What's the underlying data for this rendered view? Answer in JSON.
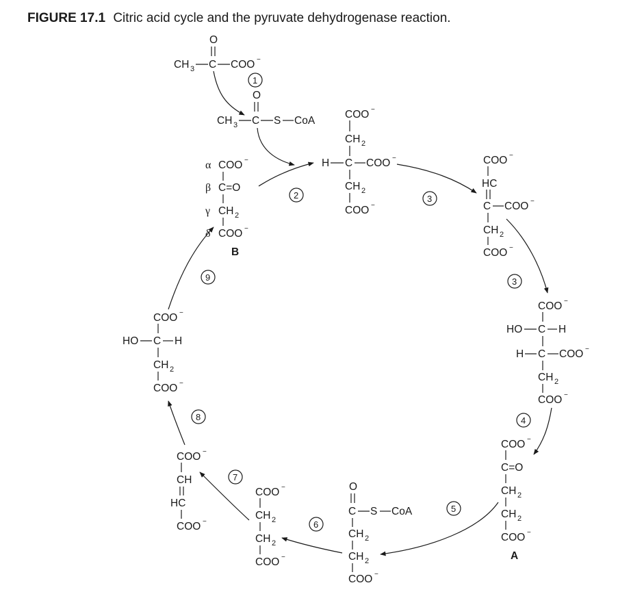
{
  "caption": {
    "figure_label": "FIGURE 17.1",
    "text": "Citric acid cycle and the pyruvate dehydrogenase reaction."
  },
  "chem": {
    "ch": "CH",
    "sub3": "3",
    "sub2": "2",
    "c": "C",
    "o": "O",
    "h": "H",
    "hc": "HC",
    "coo": "COO",
    "minus": "−",
    "ho": "HO",
    "scoa": "S—CoA",
    "s": "S",
    "coa": "CoA",
    "ceqo": "C=O",
    "alpha": "α",
    "beta": "β",
    "gamma": "γ",
    "delta": "δ",
    "label_a": "A",
    "label_b": "B"
  },
  "steps": {
    "n1": "1",
    "n2": "2",
    "n3": "3",
    "n4": "4",
    "n5": "5",
    "n6": "6",
    "n7": "7",
    "n8": "8",
    "n9": "9"
  }
}
